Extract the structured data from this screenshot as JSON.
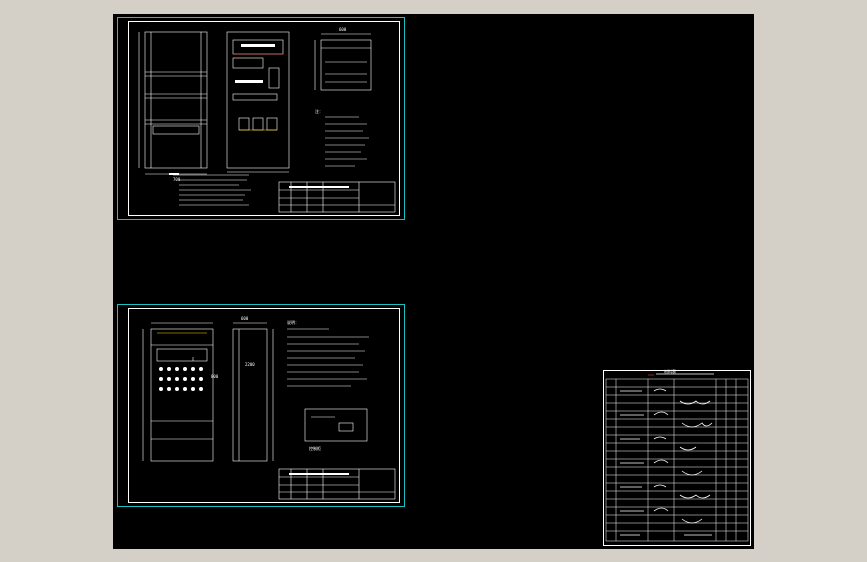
{
  "colors": {
    "background": "#d4d0c8",
    "canvas": "#000000",
    "sheet_frame": "#19c2c2",
    "lines": "#ffffff",
    "accent_red": "#ff3030",
    "accent_yellow": "#ffd800"
  },
  "drawing_1": {
    "dimensions": {
      "cabinet_width": "700",
      "side_width": "600"
    },
    "notes_title": "注：",
    "notes": [
      "1.",
      "2.",
      "3.",
      "4.",
      "5.",
      "6."
    ]
  },
  "drawing_2": {
    "dimensions": {
      "top": "600",
      "right_a": "800",
      "right_b": "2200"
    },
    "notes_title": "说明：",
    "panel_label": "控制柜"
  },
  "schedule": {
    "title": "材料表"
  }
}
